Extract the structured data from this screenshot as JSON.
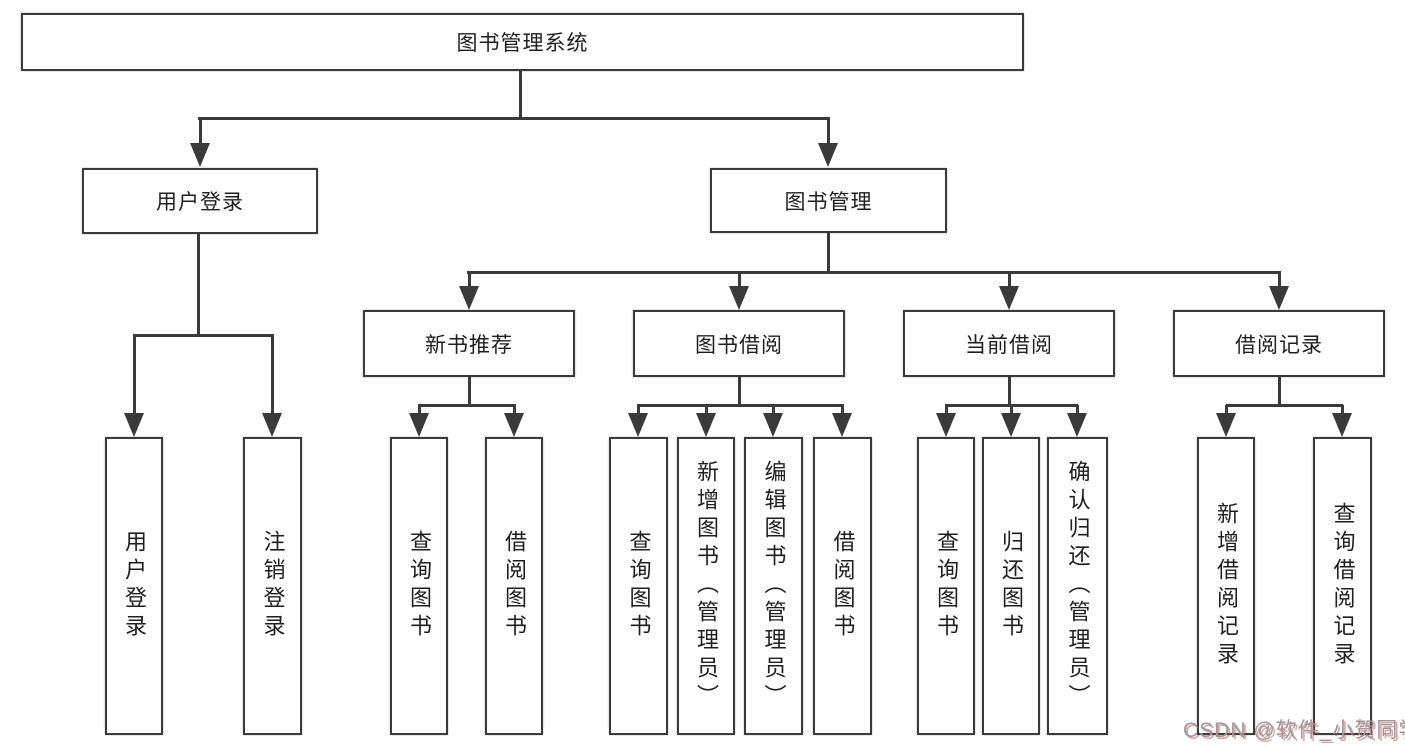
{
  "diagram": {
    "title": "图书管理系统",
    "root": {
      "label": "图书管理系统"
    },
    "level2": [
      {
        "label": "用户登录"
      },
      {
        "label": "图书管理"
      }
    ],
    "level3": [
      {
        "label": "新书推荐",
        "parent": "图书管理"
      },
      {
        "label": "图书借阅",
        "parent": "图书管理"
      },
      {
        "label": "当前借阅",
        "parent": "图书管理"
      },
      {
        "label": "借阅记录",
        "parent": "图书管理"
      }
    ],
    "leaves": [
      {
        "label": "用户登录",
        "parent": "用户登录"
      },
      {
        "label": "注销登录",
        "parent": "用户登录"
      },
      {
        "label": "查询图书",
        "parent": "新书推荐"
      },
      {
        "label": "借阅图书",
        "parent": "新书推荐"
      },
      {
        "label": "查询图书",
        "parent": "图书借阅"
      },
      {
        "label": "新增图书（管理员）",
        "parent": "图书借阅"
      },
      {
        "label": "编辑图书（管理员）",
        "parent": "图书借阅"
      },
      {
        "label": "借阅图书",
        "parent": "图书借阅"
      },
      {
        "label": "查询图书",
        "parent": "当前借阅"
      },
      {
        "label": "归还图书",
        "parent": "当前借阅"
      },
      {
        "label": "确认归还（管理员）",
        "parent": "当前借阅"
      },
      {
        "label": "新增借阅记录",
        "parent": "借阅记录"
      },
      {
        "label": "查询借阅记录",
        "parent": "借阅记录"
      }
    ]
  },
  "watermark": {
    "text": "CSDN @软件_小贺同学"
  },
  "colors": {
    "line": "#3a3a3a",
    "text": "#1f1f1f",
    "background": "#ffffff",
    "watermark": "#9a9a9a",
    "watermark_shadow": "#c75a5a"
  }
}
